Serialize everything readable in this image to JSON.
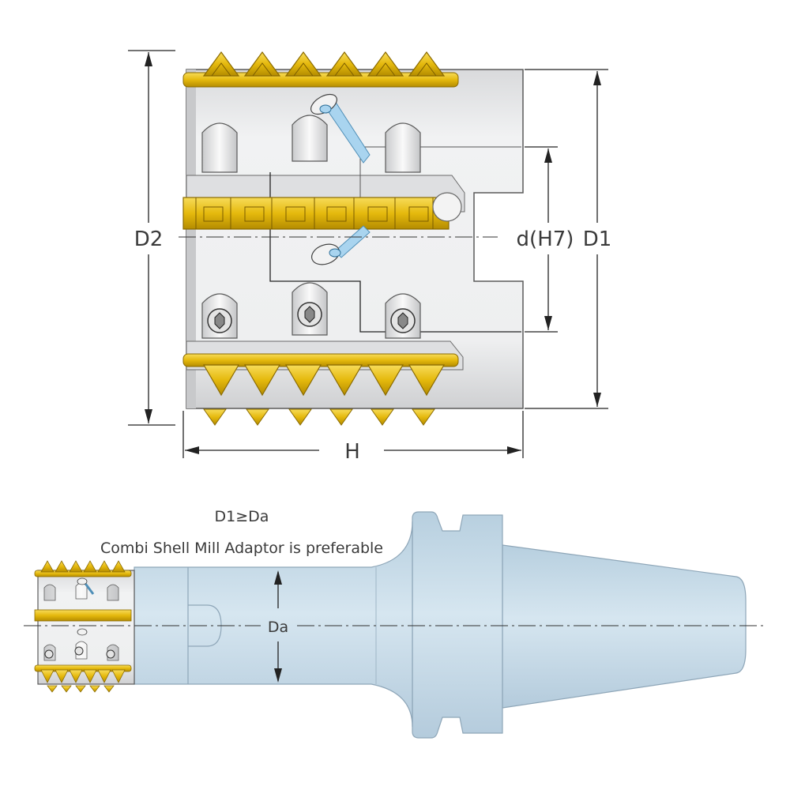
{
  "top_view": {
    "labels": {
      "D2": "D2",
      "D1": "D1",
      "d_H7": "d(H7)",
      "H": "H"
    }
  },
  "bottom_view": {
    "note_condition": "D1≥Da",
    "note_text": "Combi Shell Mill Adaptor is preferable",
    "label_Da": "Da"
  },
  "colors": {
    "gold": "#e8be12",
    "gold_dark": "#b28a00",
    "steel": "#e6e7e8",
    "steel_edge": "#5a5a5a",
    "adaptor_blue": "#c5d9e6",
    "coolant_blue": "#a9d4ef"
  }
}
